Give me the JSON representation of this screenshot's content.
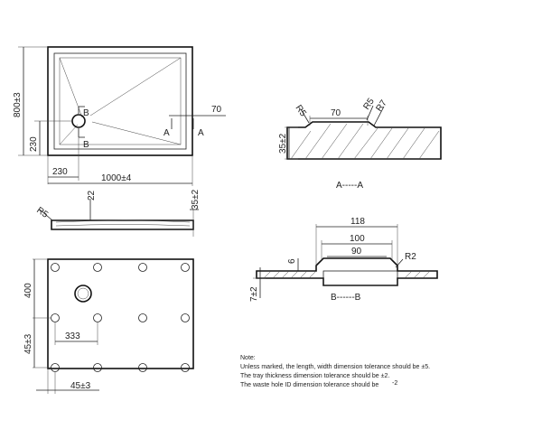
{
  "dimensions": {
    "length_800": "800±3",
    "width_230_left": "230",
    "width_230_bottom": "230",
    "length_1000": "1000±4",
    "offset_70": "70",
    "thickness_22": "22",
    "edge_35": "35±2",
    "radius_r5": "R5",
    "feet_400": "400",
    "feet_333": "333",
    "feet_45_v": "45±3",
    "feet_45_h": "45±3"
  },
  "section_aa": {
    "r5": "R5",
    "seventy": "70",
    "r5b": "R5",
    "r7": "R7",
    "height": "35±2",
    "label": "A-----A"
  },
  "section_bb": {
    "d118": "118",
    "d100": "100",
    "d90": "90",
    "r2": "R2",
    "d6": "6",
    "d7": "7±2",
    "label": "B------B"
  },
  "markers": {
    "b_top": "B",
    "b_bottom": "B",
    "a_left": "A",
    "a_right": "A"
  },
  "notes": {
    "heading": "Note:",
    "line1": "Unless marked, the length, width dimension tolerance should be ±5.",
    "line2": "The tray thickness dimension tolerance should be ±2.",
    "line3": "The waste hole ID dimension tolerance should be",
    "line3_tol": "-2"
  }
}
